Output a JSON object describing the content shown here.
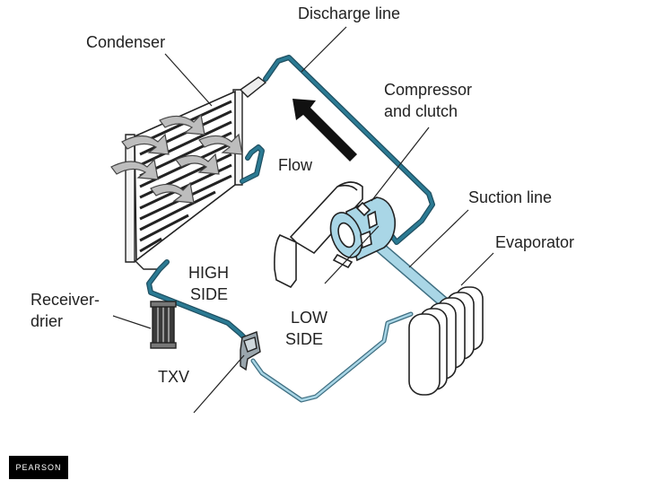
{
  "labels": {
    "discharge_line": "Discharge line",
    "condenser": "Condenser",
    "compressor_line1": "Compressor",
    "compressor_line2": "and clutch",
    "flow": "Flow",
    "suction_line": "Suction line",
    "evaporator": "Evaporator",
    "high_side_line1": "HIGH",
    "high_side_line2": "SIDE",
    "low_side_line1": "LOW",
    "low_side_line2": "SIDE",
    "receiver_line1": "Receiver-",
    "receiver_line2": "drier",
    "txv": "TXV"
  },
  "logo": {
    "text": "PEARSON"
  },
  "colors": {
    "high_side_pipe": "#2b7a93",
    "low_side_pipe": "#a9d6e6",
    "outline": "#222222",
    "flow_arrow": "#111111"
  }
}
